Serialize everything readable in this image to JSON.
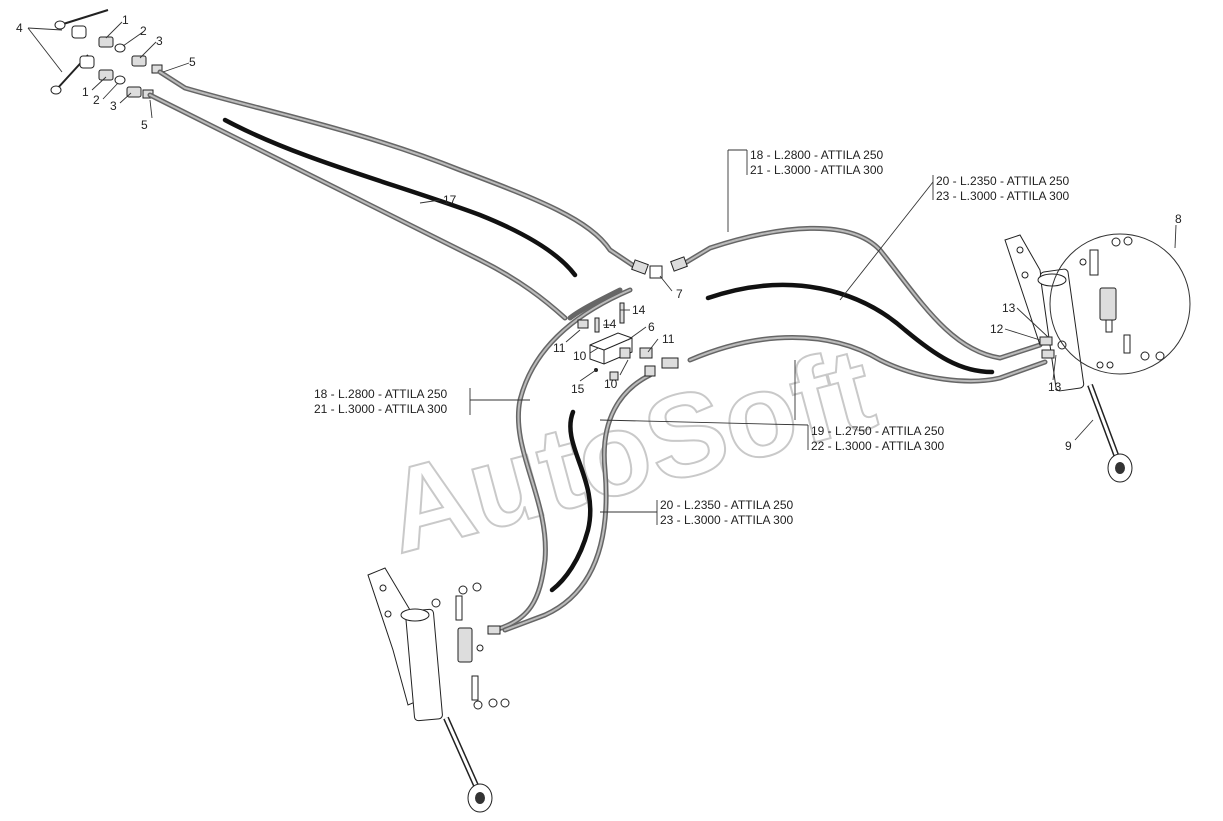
{
  "watermark": "AutoSoft",
  "callouts": {
    "n1a": "1",
    "n1b": "1",
    "n2a": "2",
    "n2b": "2",
    "n3a": "3",
    "n3b": "3",
    "n4": "4",
    "n5a": "5",
    "n5b": "5",
    "n6": "6",
    "n7": "7",
    "n8": "8",
    "n9": "9",
    "n10a": "10",
    "n10b": "10",
    "n11a": "11",
    "n11b": "11",
    "n12": "12",
    "n13a": "13",
    "n13b": "13",
    "n14a": "14",
    "n14b": "14",
    "n15": "15",
    "n17": "17"
  },
  "hose_labels": {
    "top_a1": "18 - L.2800 - ATTILA 250",
    "top_a2": "21 - L.3000 - ATTILA 300",
    "top_b1": "20 - L.2350 - ATTILA 250",
    "top_b2": "23 - L.3000 - ATTILA 300",
    "left_1": "18 - L.2800 - ATTILA 250",
    "left_2": "21 - L.3000 - ATTILA 300",
    "mid_1": "19 - L.2750 - ATTILA 250",
    "mid_2": "22 - L.3000 - ATTILA 300",
    "low_1": "20 - L.2350 - ATTILA 250",
    "low_2": "23 - L.3000 - ATTILA 300"
  }
}
